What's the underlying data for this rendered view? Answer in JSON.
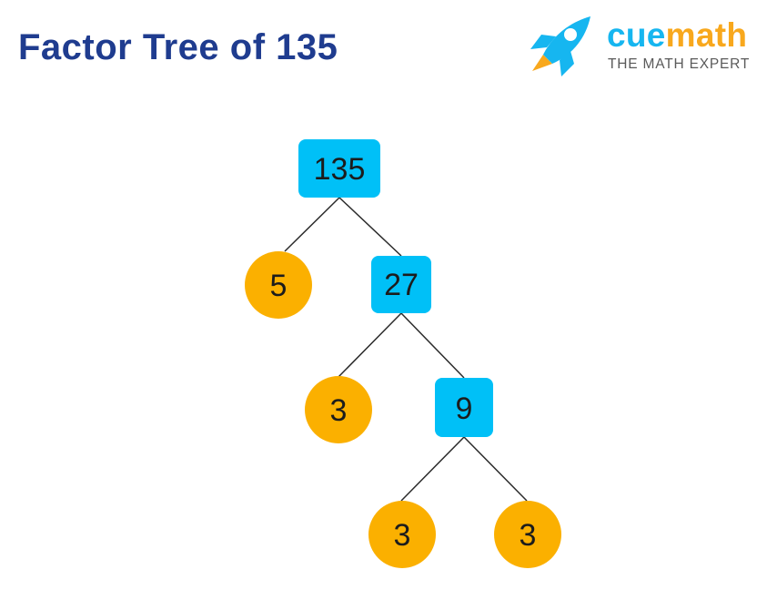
{
  "title": "Factor Tree of 135",
  "brand": {
    "name_part1": "cue",
    "name_part2": "math",
    "tagline": "THE MATH EXPERT",
    "logo_icon": "rocket-icon",
    "colors": {
      "primary": "#16b6f0",
      "accent": "#f8a81d"
    }
  },
  "tree": {
    "colors": {
      "composite": "#00c0f7",
      "prime": "#fbb000",
      "title": "#1f3c8f"
    },
    "nodes": [
      {
        "id": "n135",
        "label": "135",
        "kind": "composite"
      },
      {
        "id": "n5",
        "label": "5",
        "kind": "prime"
      },
      {
        "id": "n27",
        "label": "27",
        "kind": "composite"
      },
      {
        "id": "n3a",
        "label": "3",
        "kind": "prime"
      },
      {
        "id": "n9",
        "label": "9",
        "kind": "composite"
      },
      {
        "id": "n3b",
        "label": "3",
        "kind": "prime"
      },
      {
        "id": "n3c",
        "label": "3",
        "kind": "prime"
      }
    ],
    "edges": [
      {
        "from": "n135",
        "to": "n5"
      },
      {
        "from": "n135",
        "to": "n27"
      },
      {
        "from": "n27",
        "to": "n3a"
      },
      {
        "from": "n27",
        "to": "n9"
      },
      {
        "from": "n9",
        "to": "n3b"
      },
      {
        "from": "n9",
        "to": "n3c"
      }
    ]
  }
}
